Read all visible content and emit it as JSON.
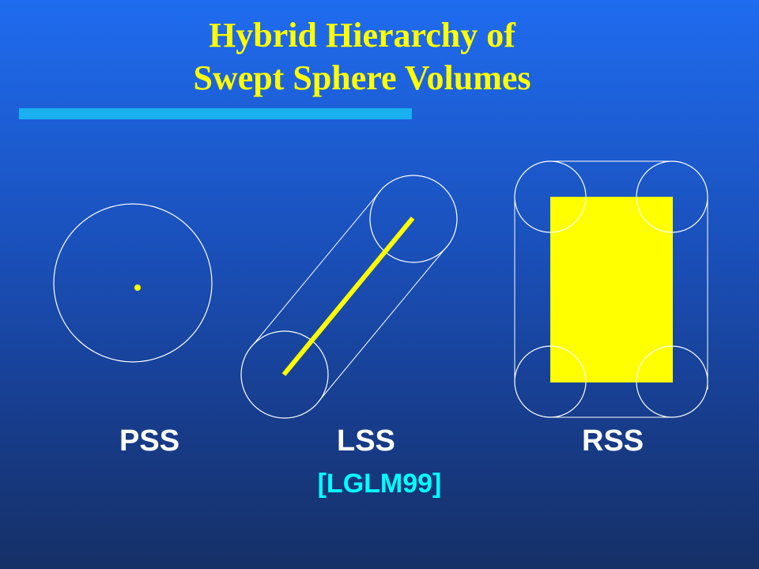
{
  "slide": {
    "title_line1": "Hybrid Hierarchy of",
    "title_line2": "Swept Sphere Volumes",
    "accent_bar_color": "#1ab0f0",
    "title_color": "#ffff00",
    "citation": "[LGLM99]",
    "citation_color": "#00ffff"
  },
  "shapes": [
    {
      "id": "pss",
      "label": "PSS",
      "core": "point"
    },
    {
      "id": "lss",
      "label": "LSS",
      "core": "line-segment"
    },
    {
      "id": "rss",
      "label": "RSS",
      "core": "rectangle"
    }
  ],
  "colors": {
    "outline": "#ffffff",
    "core_fill": "#ffff00"
  }
}
